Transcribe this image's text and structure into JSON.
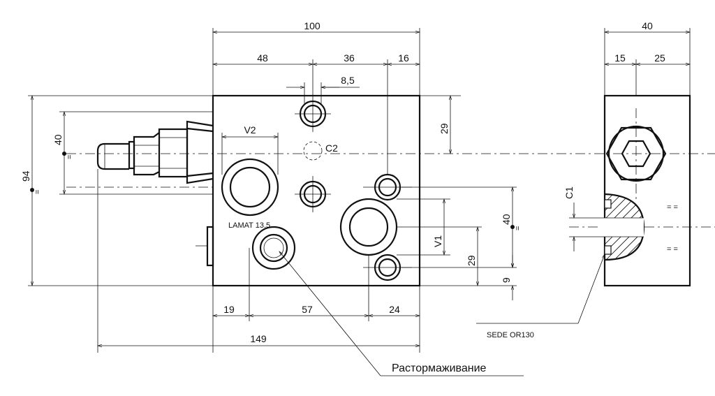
{
  "dimensions": {
    "top_overall": "100",
    "top_48": "48",
    "top_36": "36",
    "top_16": "16",
    "top_8_5": "8,5",
    "side_overall": "40",
    "side_15": "15",
    "side_25": "25",
    "left_94": "94",
    "left_40": "40",
    "right_29": "29",
    "right_40": "40",
    "right_29b": "29",
    "right_9": "9",
    "bottom_19": "19",
    "bottom_57": "57",
    "bottom_24": "24",
    "bottom_149": "149",
    "equal_sign": "=",
    "equal_pair": "= ="
  },
  "ports": {
    "v1": "V1",
    "v2": "V2",
    "c1": "C1",
    "c2": "C2"
  },
  "labels": {
    "lamat": "LAMAT 13.5",
    "seal_seat": "SEDE OR130",
    "brake_release": "Растормаживание"
  }
}
